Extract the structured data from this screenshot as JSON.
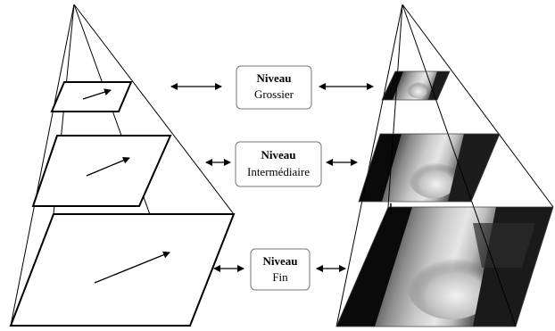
{
  "levels": [
    {
      "line1": "Niveau",
      "line2": "Grossier"
    },
    {
      "line1": "Niveau",
      "line2": "Intermédiaire"
    },
    {
      "line1": "Niveau",
      "line2": "Fin"
    }
  ],
  "colors": {
    "stroke": "#000000",
    "box_border": "#777777",
    "image_dark": "#0a0a0a",
    "image_mid": "#6e6e6e",
    "image_light": "#dcdcdc"
  },
  "icons": [
    "double-arrow",
    "vector-arrow"
  ]
}
